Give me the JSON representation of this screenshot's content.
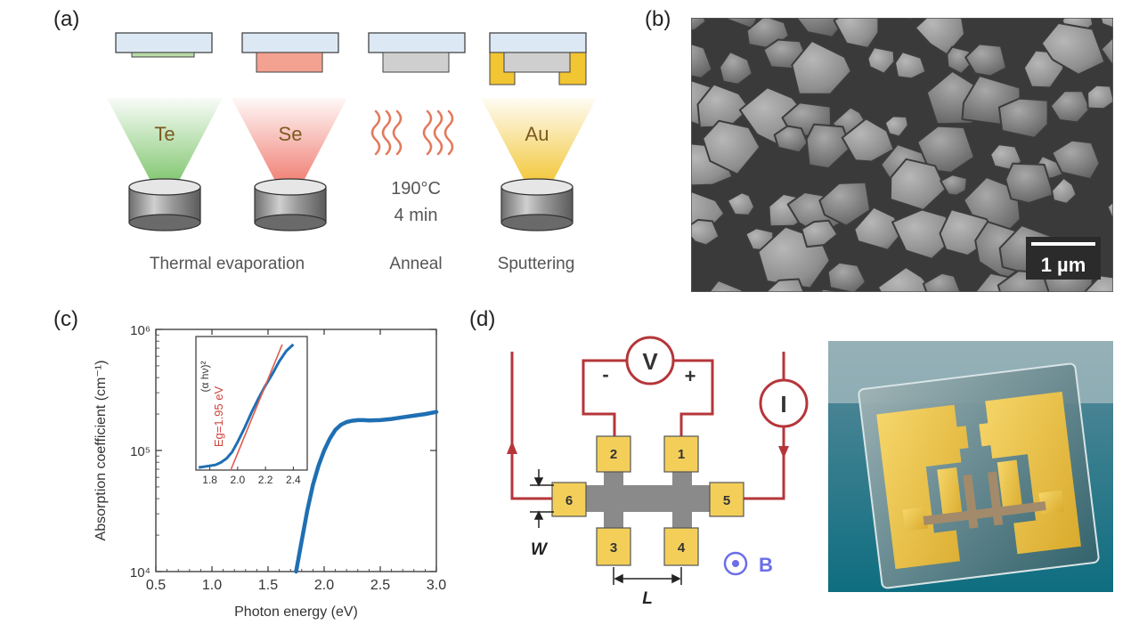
{
  "panel_a": {
    "label": "(a)",
    "source_te": "Te",
    "source_se": "Se",
    "source_au": "Au",
    "anneal_temp": "190°C",
    "anneal_time": "4 min",
    "caption_thermal": "Thermal evaporation",
    "caption_anneal": "Anneal",
    "caption_sputter": "Sputtering",
    "colors": {
      "te": "#7cc46a",
      "se": "#f07a6e",
      "au": "#f2c532",
      "anneal": "#e27a5c",
      "substrate": "#dce9f5"
    }
  },
  "panel_b": {
    "label": "(b)",
    "scale_bar_label": "1 µm"
  },
  "panel_c": {
    "label": "(c)",
    "inset_ylabel": "(α hν)²",
    "inset_annotation": "Eg=1.95 eV",
    "chart_data": [
      {
        "type": "line",
        "xlabel": "Photon energy (eV)",
        "ylabel": "Absorption coefficient (cm⁻¹)",
        "xlim": [
          0.5,
          3.0
        ],
        "ylim": [
          10000,
          1000000
        ],
        "yscale": "log",
        "x_ticks": [
          "0.5",
          "1.0",
          "1.5",
          "2.0",
          "2.5",
          "3.0"
        ],
        "y_ticks": [
          "10⁴",
          "10⁵",
          "10⁶"
        ],
        "series": [
          {
            "color": "#1f6fb3",
            "x": [
              1.75,
              1.8,
              1.85,
              1.9,
              1.95,
              2.0,
              2.05,
              2.1,
              2.15,
              2.2,
              2.25,
              2.3,
              2.35,
              2.4,
              2.5,
              2.6,
              2.7,
              2.8,
              2.9,
              3.0
            ],
            "y": [
              10000,
              18000,
              32000,
              52000,
              75000,
              100000,
              125000,
              148000,
              163000,
              172000,
              176000,
              178000,
              178000,
              177000,
              178000,
              182000,
              188000,
              194000,
              200000,
              208000
            ]
          }
        ]
      },
      {
        "type": "line",
        "xlim": [
          1.7,
          2.5
        ],
        "x_ticks": [
          "1.8",
          "2.0",
          "2.2",
          "2.4"
        ],
        "series": [
          {
            "color": "#1f6fb3",
            "x": [
              1.72,
              1.78,
              1.84,
              1.88,
              1.92,
              1.96,
              2.0,
              2.05,
              2.1,
              2.15,
              2.2,
              2.25,
              2.3,
              2.35,
              2.4
            ],
            "y": [
              0.02,
              0.03,
              0.04,
              0.06,
              0.09,
              0.14,
              0.22,
              0.33,
              0.45,
              0.56,
              0.66,
              0.75,
              0.85,
              0.93,
              0.98
            ]
          },
          {
            "color": "#e05a4e",
            "x": [
              1.95,
              2.32
            ],
            "y": [
              0.0,
              0.98
            ]
          }
        ]
      }
    ]
  },
  "panel_d": {
    "label": "(d)",
    "voltmeter": "V",
    "ammeter": "I",
    "minus": "-",
    "plus": "+",
    "pads": [
      "1",
      "2",
      "3",
      "4",
      "5",
      "6"
    ],
    "width_label": "W",
    "length_label": "L",
    "field_label": "B",
    "colors": {
      "wire": "#b5363a",
      "pad": "#f3cf5a",
      "channel": "#8a8a8a",
      "field": "#6a6ee8"
    }
  }
}
